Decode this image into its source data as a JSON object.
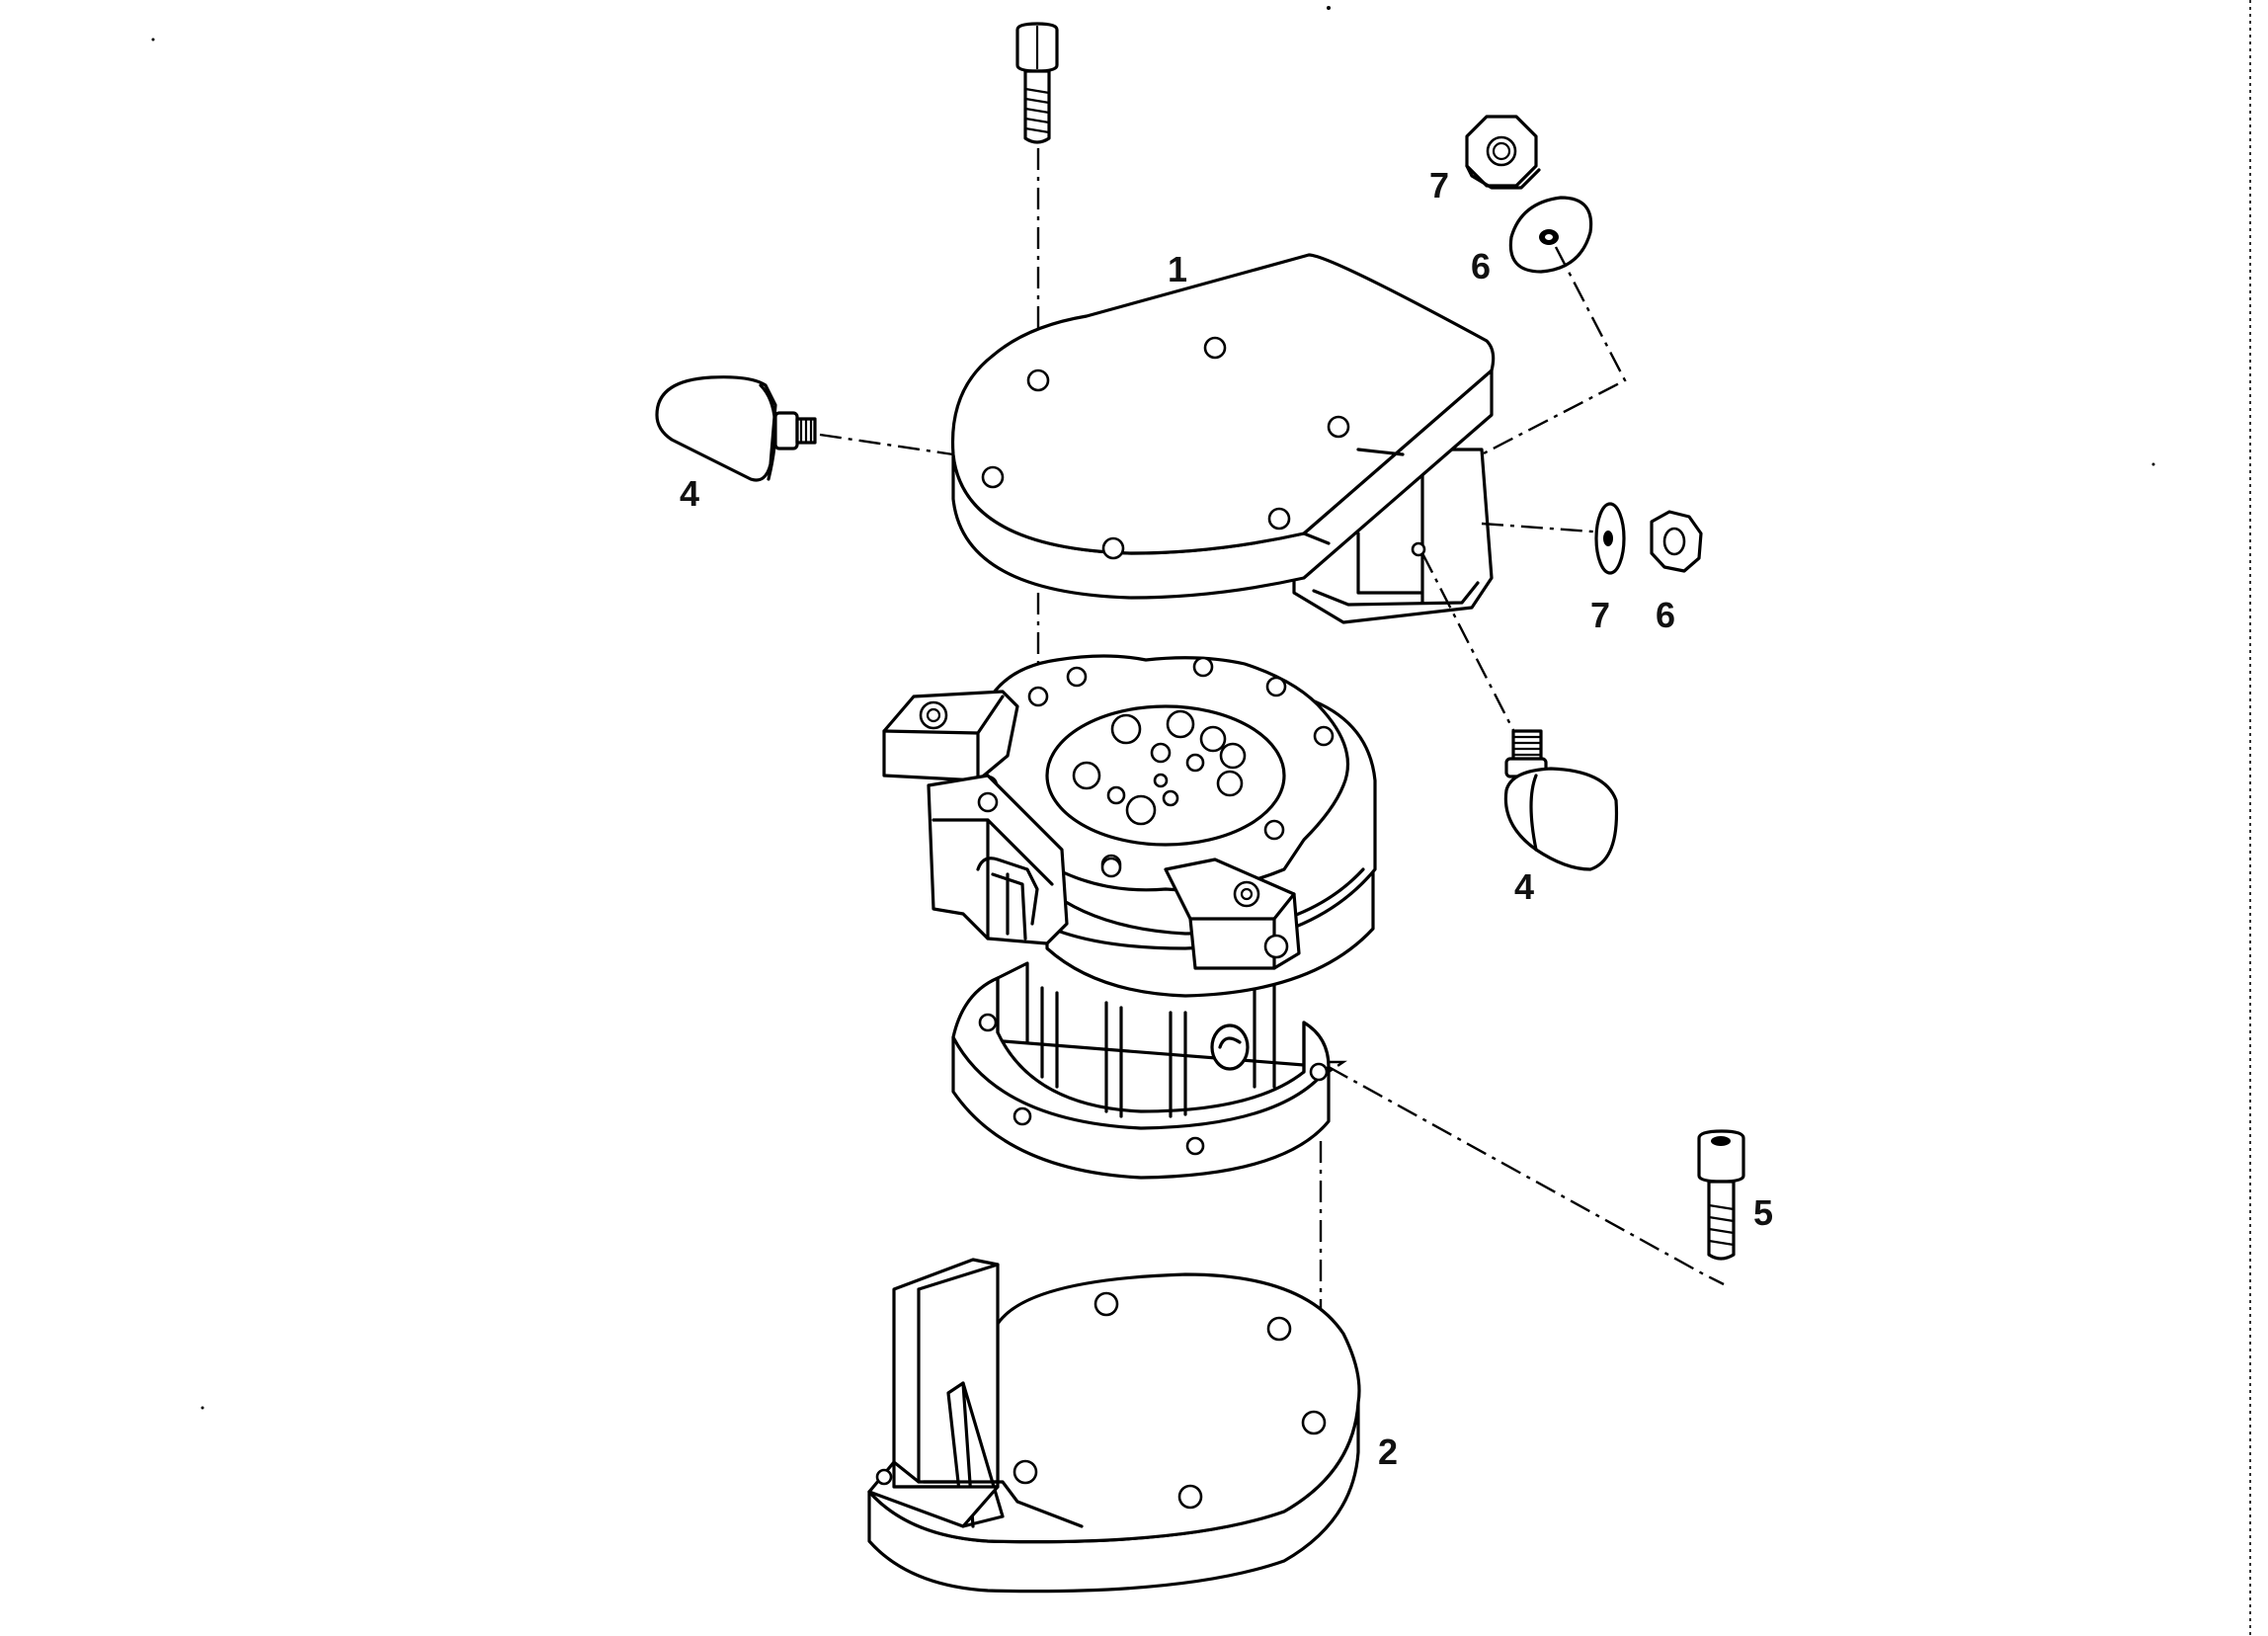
{
  "diagram": {
    "callouts": {
      "part_1": "1",
      "part_2": "2",
      "part_4_left": "4",
      "part_4_right": "4",
      "part_5": "5",
      "part_6_top": "6",
      "part_6_side": "6",
      "part_7_top": "7",
      "part_7_side": "7"
    }
  }
}
